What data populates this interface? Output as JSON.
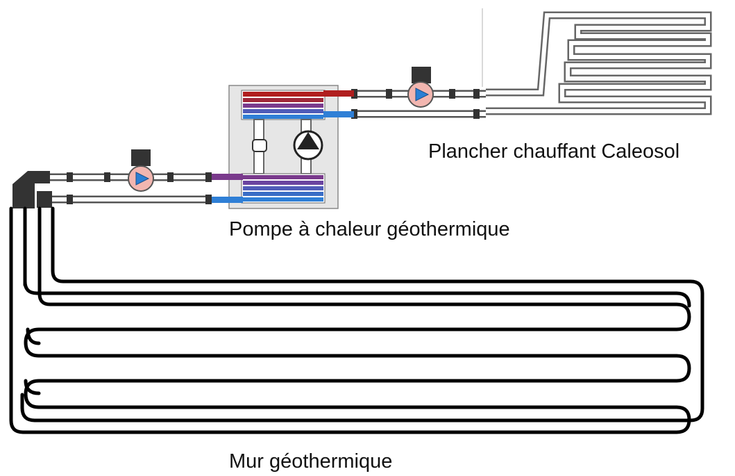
{
  "labels": {
    "floor_heating": "Plancher chauffant Caleosol",
    "heat_pump": "Pompe à chaleur géothermique",
    "geothermal_wall": "Mur géothermique"
  },
  "colors": {
    "background": "#ffffff",
    "heat_pump_casing": "#e6e6e6",
    "hot_red": "#b01e1e",
    "purple": "#7a3a8c",
    "cold_blue": "#2f7fd6",
    "pump_body": "#f2b6b0",
    "pump_arrow": "#2a7fd4",
    "pipe_outline": "#555555",
    "pipe_fill": "#ffffff",
    "connector": "#333333",
    "wall_loop": "#000000",
    "floor_coil": "#666666"
  },
  "icons": [
    "circulation-pump-icon",
    "compressor-icon",
    "expansion-valve-icon",
    "heat-exchanger-icon"
  ]
}
